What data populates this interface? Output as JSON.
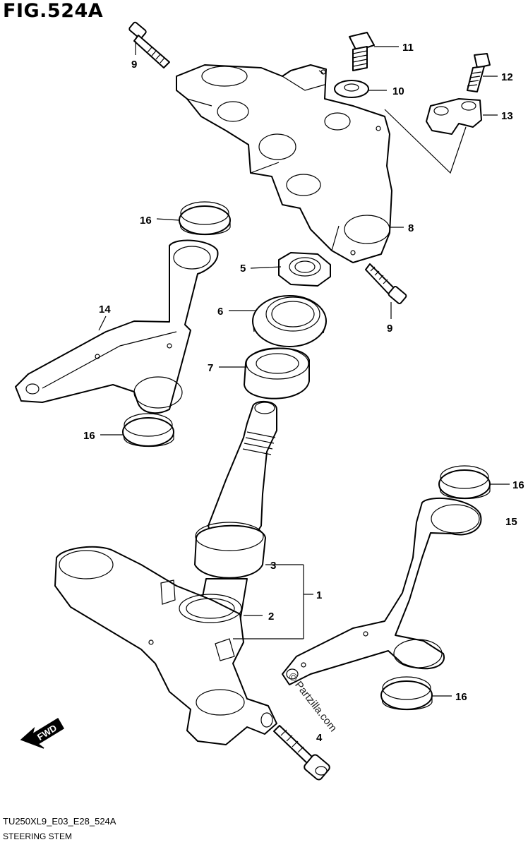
{
  "figure": {
    "title": "FIG.524A",
    "code": "TU250XL9_E03_E28_524A",
    "caption": "STEERING STEM",
    "watermark": "© Partzilla.com",
    "direction_label": "FWD"
  },
  "callouts": {
    "c1": "1",
    "c2": "2",
    "c3": "3",
    "c4": "4",
    "c5": "5",
    "c6": "6",
    "c7": "7",
    "c8": "8",
    "c9a": "9",
    "c9b": "9",
    "c10": "10",
    "c11": "11",
    "c12": "12",
    "c13": "13",
    "c14": "14",
    "c15": "15",
    "c16a": "16",
    "c16b": "16",
    "c16c": "16",
    "c16d": "16"
  }
}
